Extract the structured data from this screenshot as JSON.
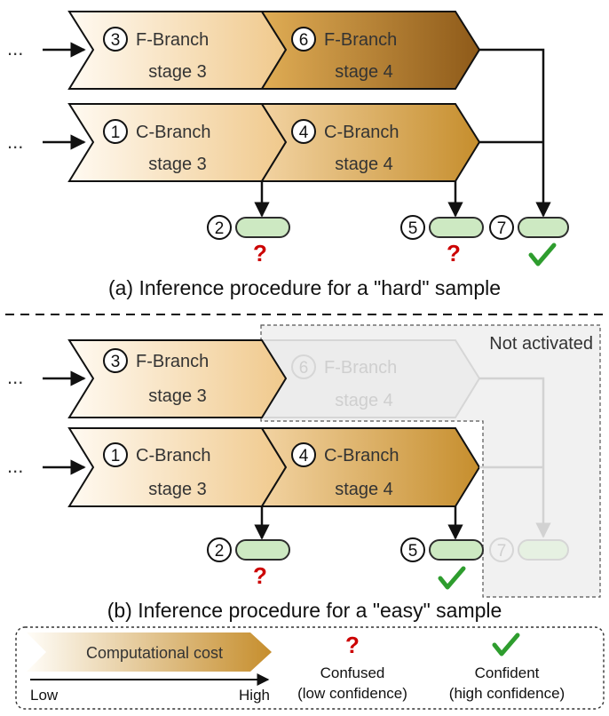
{
  "colors": {
    "stage3_light": "#fffaf2",
    "stage3_dark": "#f0c98c",
    "stage4_light": "#f2d3a2",
    "stage4_dark": "#c68e2d",
    "f_stage4_dark": "#8e5a19",
    "output_fill": "#cde9c2",
    "output_stroke": "#2d2d2d",
    "confident": "#2e9d2e",
    "confused": "#cc0000",
    "inactive_box": "#f1f1f1"
  },
  "leading": "...",
  "panel_a": {
    "caption": "(a) Inference procedure for a \"hard\" sample",
    "f_stage3": {
      "num": "3",
      "name": "F-Branch",
      "stage": "stage 3"
    },
    "f_stage4": {
      "num": "6",
      "name": "F-Branch",
      "stage": "stage 4"
    },
    "c_stage3": {
      "num": "1",
      "name": "C-Branch",
      "stage": "stage 3"
    },
    "c_stage4": {
      "num": "4",
      "name": "C-Branch",
      "stage": "stage 4"
    },
    "outputs": [
      {
        "num": "2",
        "mark": "?"
      },
      {
        "num": "5",
        "mark": "?"
      },
      {
        "num": "7",
        "mark": "check"
      }
    ]
  },
  "panel_b": {
    "caption": "(b) Inference procedure for a \"easy\" sample",
    "not_activated": "Not activated",
    "f_stage3": {
      "num": "3",
      "name": "F-Branch",
      "stage": "stage 3"
    },
    "f_stage4": {
      "num": "6",
      "name": "F-Branch",
      "stage": "stage 4"
    },
    "c_stage3": {
      "num": "1",
      "name": "C-Branch",
      "stage": "stage 3"
    },
    "c_stage4": {
      "num": "4",
      "name": "C-Branch",
      "stage": "stage 4"
    },
    "outputs": [
      {
        "num": "2",
        "mark": "?"
      },
      {
        "num": "5",
        "mark": "check"
      },
      {
        "num": "7",
        "mark": ""
      }
    ]
  },
  "legend": {
    "cost_label": "Computational cost",
    "low": "Low",
    "high": "High",
    "confused_symbol": "?",
    "confused_line1": "Confused",
    "confused_line2": "(low confidence)",
    "confident_line1": "Confident",
    "confident_line2": "(high confidence)"
  }
}
